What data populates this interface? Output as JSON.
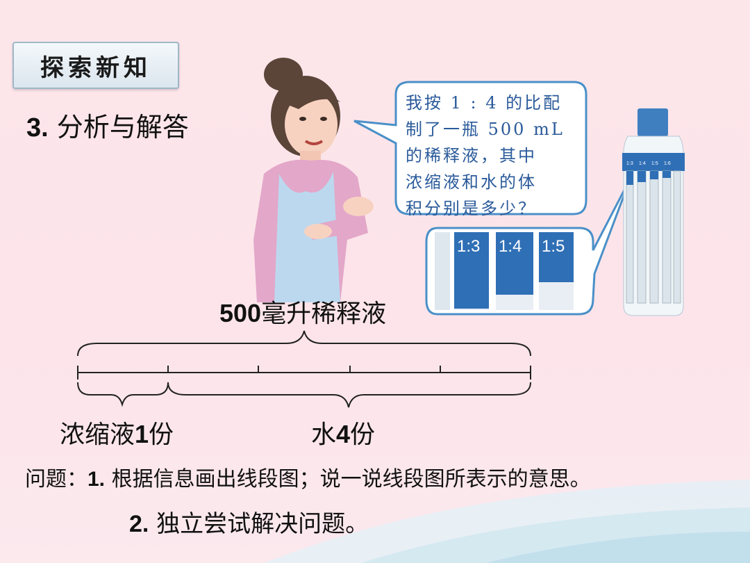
{
  "tag": "探索新知",
  "heading": {
    "num": "3.",
    "text": "分析与解答"
  },
  "speech": {
    "lines": [
      "我按 1 : 4 的比配",
      "制了一瓶 500 mL",
      "的稀释液，其中",
      "浓缩液和水的体",
      "积分别是多少？"
    ]
  },
  "tubes": [
    "1:3",
    "1:4",
    "1:5"
  ],
  "bottle_labels": [
    "1:3",
    "1:4",
    "1:5",
    "1:6"
  ],
  "diagram": {
    "total_num": "500",
    "total_text": "毫升稀释液",
    "part1_text": "浓缩液",
    "part1_num": "1",
    "part1_unit": "份",
    "part2_text": "水",
    "part2_num": "4",
    "part2_unit": "份"
  },
  "questions": {
    "q1_prefix": "问题：",
    "q1_num": "1.",
    "q1_text": " 根据信息画出线段图；说一说线段图所表示的意思。",
    "q2_num": "2.",
    "q2_text": " 独立尝试解决问题。"
  }
}
